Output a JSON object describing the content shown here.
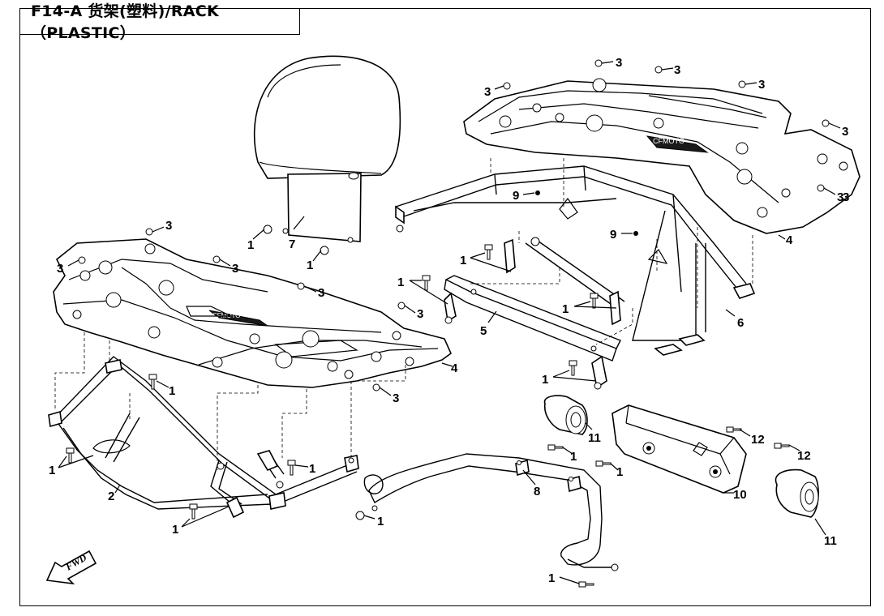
{
  "title": "F14-A 货架(塑料)/RACK（PLASTIC）",
  "fwd_label": "FWD",
  "callouts": [
    {
      "id": "c1",
      "text": "3"
    },
    {
      "id": "c2",
      "text": "3"
    },
    {
      "id": "c3",
      "text": "3"
    },
    {
      "id": "c4",
      "text": "3"
    },
    {
      "id": "c5",
      "text": "3"
    },
    {
      "id": "c6",
      "text": "9"
    },
    {
      "id": "c7",
      "text": "9"
    },
    {
      "id": "c8",
      "text": "4"
    },
    {
      "id": "c9",
      "text": "3"
    },
    {
      "id": "c10",
      "text": "1"
    },
    {
      "id": "c11",
      "text": "1"
    },
    {
      "id": "c12",
      "text": "1"
    },
    {
      "id": "c13",
      "text": "1"
    },
    {
      "id": "c14",
      "text": "5"
    },
    {
      "id": "c15",
      "text": "6"
    },
    {
      "id": "c16",
      "text": "3"
    },
    {
      "id": "c17",
      "text": "3"
    },
    {
      "id": "c18",
      "text": "1"
    },
    {
      "id": "c19",
      "text": "7"
    },
    {
      "id": "c20",
      "text": "1"
    },
    {
      "id": "c21",
      "text": "3"
    },
    {
      "id": "c22",
      "text": "3"
    },
    {
      "id": "c23",
      "text": "3"
    },
    {
      "id": "c24",
      "text": "3"
    },
    {
      "id": "c25",
      "text": "4"
    },
    {
      "id": "c26",
      "text": "1"
    },
    {
      "id": "c27",
      "text": "3"
    },
    {
      "id": "c28",
      "text": "1"
    },
    {
      "id": "c29",
      "text": "1"
    },
    {
      "id": "c30",
      "text": "2"
    },
    {
      "id": "c31",
      "text": "1"
    },
    {
      "id": "c32",
      "text": "11"
    },
    {
      "id": "c33",
      "text": "12"
    },
    {
      "id": "c34",
      "text": "12"
    },
    {
      "id": "c35",
      "text": "1"
    },
    {
      "id": "c36",
      "text": "1"
    },
    {
      "id": "c37",
      "text": "8"
    },
    {
      "id": "c38",
      "text": "1"
    },
    {
      "id": "c39",
      "text": "10"
    },
    {
      "id": "c40",
      "text": "11"
    },
    {
      "id": "c41",
      "text": "1"
    }
  ]
}
